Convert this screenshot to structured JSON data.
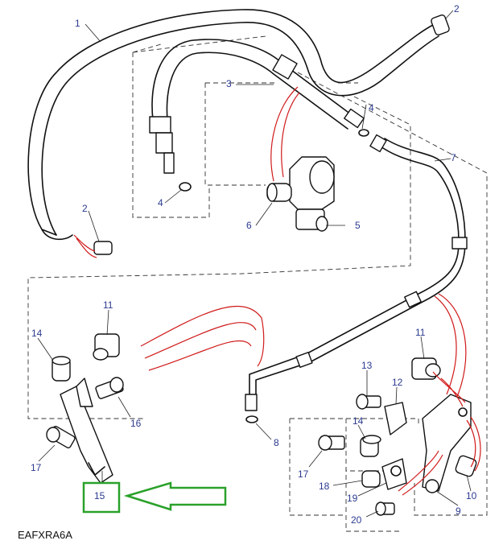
{
  "diagram": {
    "reference_code": "EAFXRA6A",
    "highlighted_callout": "15",
    "colors": {
      "callout_text": "#2b3a8f",
      "part_outline": "#111111",
      "highlight_box": "#2aa12a",
      "highlight_arrow": "#2aa12a",
      "connection_lines": "#d01a1a"
    },
    "callouts": {
      "c1": "1",
      "c2a": "2",
      "c2b": "2",
      "c3": "3",
      "c4a": "4",
      "c4b": "4",
      "c5": "5",
      "c6": "6",
      "c7": "7",
      "c8": "8",
      "c9": "9",
      "c10": "10",
      "c11a": "11",
      "c11b": "11",
      "c12": "12",
      "c13": "13",
      "c14a": "14",
      "c14b": "14",
      "c15": "15",
      "c16": "16",
      "c17a": "17",
      "c17b": "17",
      "c18": "18",
      "c19": "19",
      "c20": "20"
    }
  }
}
